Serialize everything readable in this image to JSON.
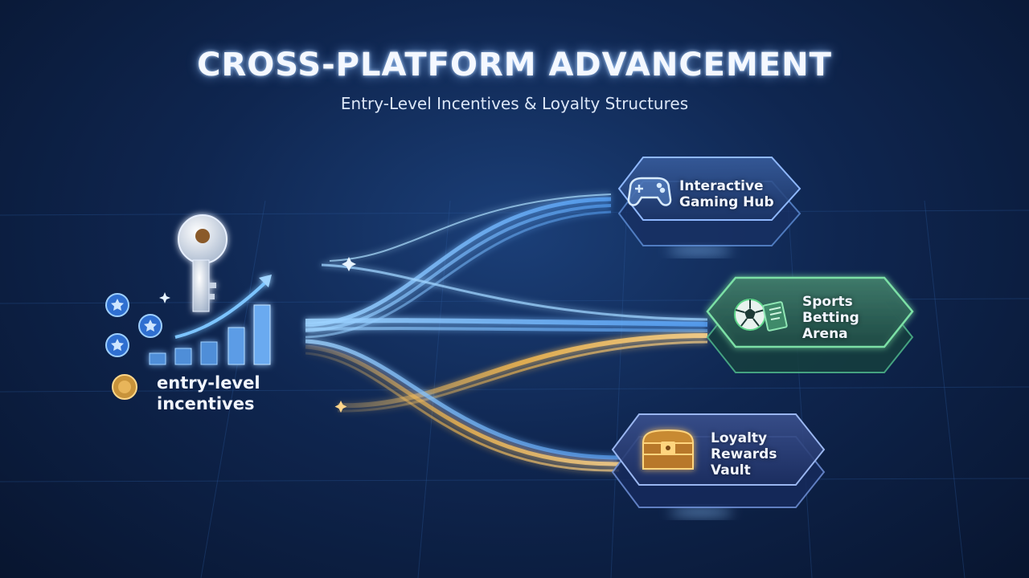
{
  "title": "CROSS-PLATFORM ADVANCEMENT",
  "subtitle": "Entry-Level Incentives & Loyalty Structures",
  "source": {
    "label_line1": "entry-level",
    "label_line2": "incentives",
    "icons": [
      "key-icon",
      "star-badge-icon",
      "growth-bar-chart-icon",
      "coin-icon"
    ]
  },
  "destinations": [
    {
      "line1": "Interactive",
      "line2": "Gaming Hub",
      "icon": "gamepad-icon",
      "accent": "#6fa8ff"
    },
    {
      "line1": "Sports",
      "line2": "Betting",
      "line3": "Arena",
      "icon": "soccer-ball-icon",
      "accent": "#5fd68a"
    },
    {
      "line1": "Loyalty",
      "line2": "Rewards",
      "line3": "Vault",
      "icon": "treasure-chest-icon",
      "accent": "#f2b552"
    }
  ],
  "colors": {
    "background": "#0f2650",
    "blue_flow": "#7cc4ff",
    "gold_flow": "#f2b552",
    "green_accent": "#5fd68a"
  }
}
